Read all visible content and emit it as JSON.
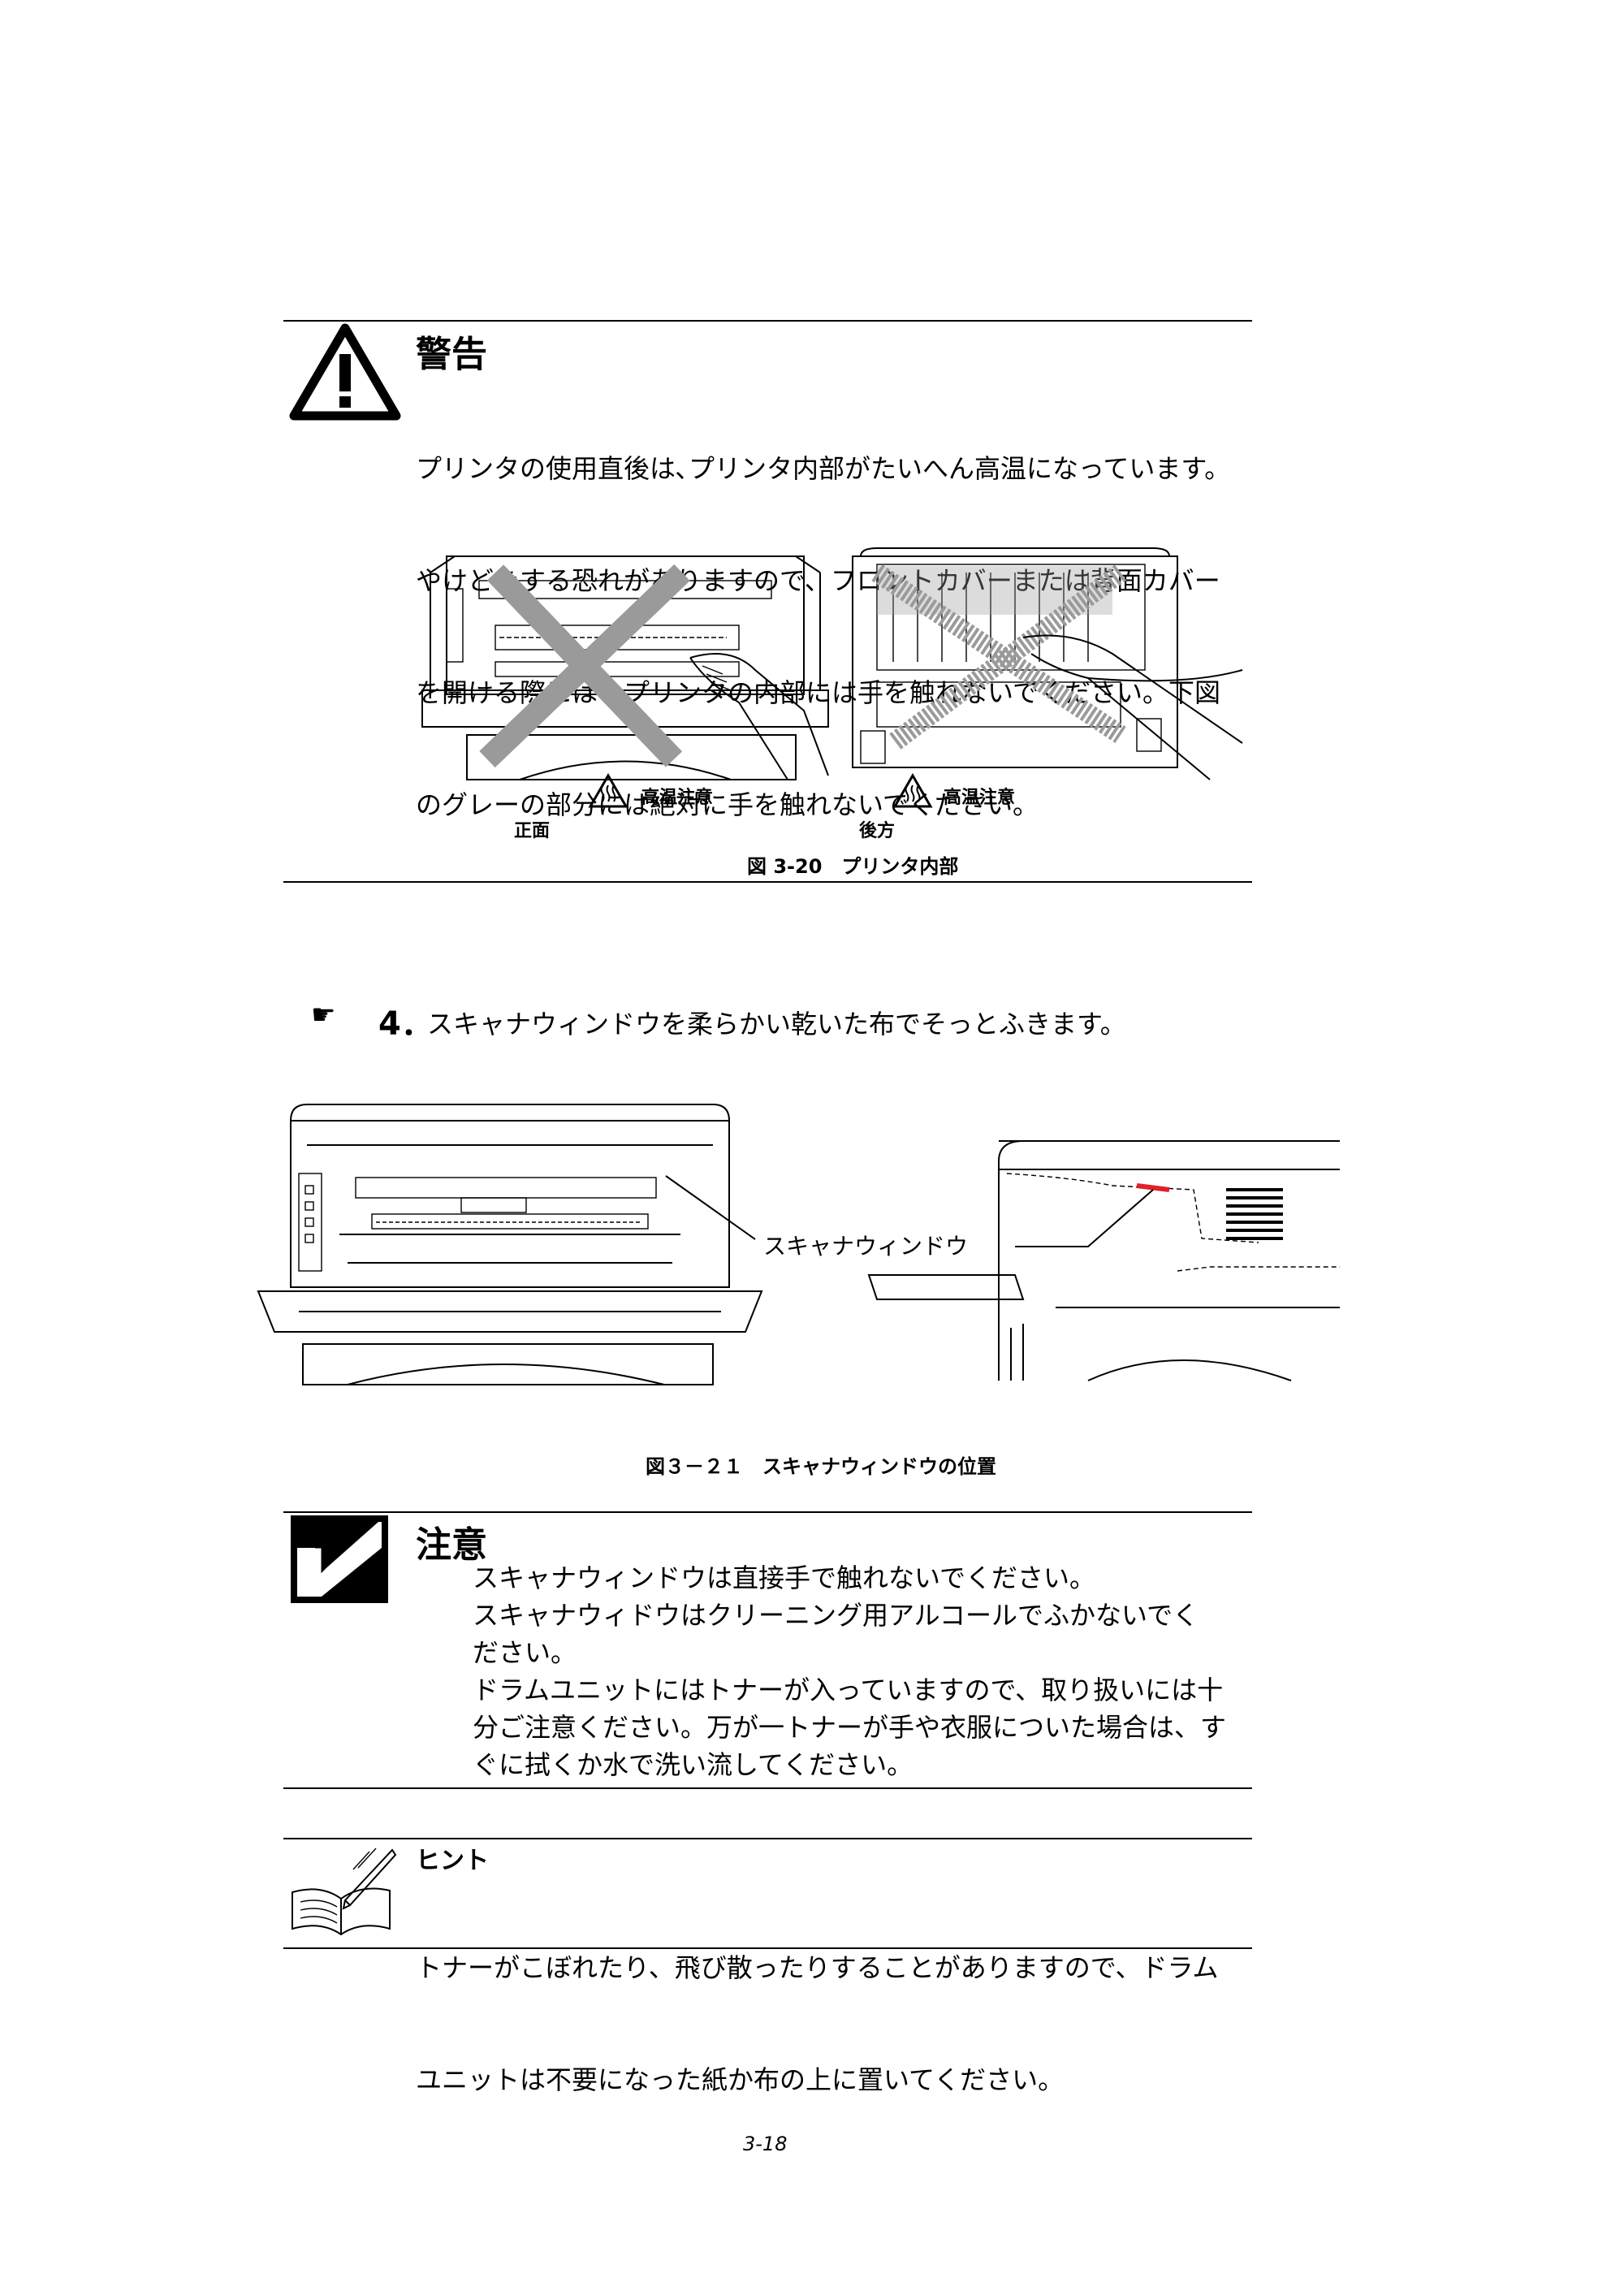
{
  "warning": {
    "title": "警告",
    "lines": [
      "プリンタの使用直後は､プリンタ内部がたいへん高温になっています。",
      "やけどをする恐れがありますので、フロントカバーまたは背面カバー",
      "を開ける際には、プリンタの内部には手を触れないでください。下図",
      "のグレーの部分には絶対に手を触れないでください。"
    ],
    "hot_label_1": "高温注意",
    "hot_label_2": "高温注意",
    "front_label": "正面",
    "rear_label": "後方",
    "figure_caption": "図 3-20　プリンタ内部"
  },
  "step": {
    "icon": "☛",
    "number": "4．",
    "text": "スキャナウィンドウを柔らかい乾いた布でそっとふきます。",
    "callout": "スキャナウィンドウ",
    "figure_caption": "図３－２１　スキャナウィンドウの位置"
  },
  "caution": {
    "title": "注意",
    "items": [
      {
        "bullet": "",
        "lines": [
          "スキャナウィンドウは直接手で触れないでください。"
        ]
      },
      {
        "bullet": "",
        "lines": [
          "スキャナウィドウはクリーニング用アルコールでふかないでく",
          "ださい。"
        ]
      },
      {
        "bullet": "",
        "lines": [
          "ドラムユニットにはトナーが入っていますので、取り扱いには十",
          "分ご注意ください。万が一トナーが手や衣服についた場合は、す",
          "ぐに拭くか水で洗い流してください。"
        ]
      }
    ]
  },
  "hint": {
    "title": "ヒント",
    "lines": [
      "トナーがこぼれたり、飛び散ったりすることがありますので、ドラム",
      "ユニットは不要になった紙か布の上に置いてください。"
    ]
  },
  "page_number": "3-18",
  "colors": {
    "text": "#000000",
    "hatch_gray": "#9a9a9a",
    "scanner_highlight": "#e0202a"
  },
  "icons": [
    "warning-triangle-icon",
    "hot-surface-icon",
    "pointing-hand-icon",
    "checkmark-icon",
    "book-pencil-icon"
  ]
}
